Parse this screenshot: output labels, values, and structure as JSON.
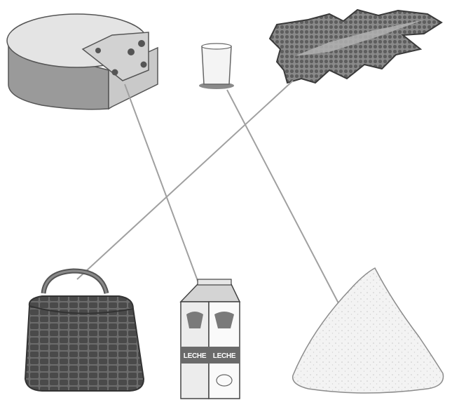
{
  "matching": {
    "top_items": [
      {
        "name": "cheese",
        "icon": "cheese-icon"
      },
      {
        "name": "glass",
        "icon": "glass-icon"
      },
      {
        "name": "hide",
        "icon": "animal-hide-icon"
      }
    ],
    "bottom_items": [
      {
        "name": "handbag",
        "icon": "handbag-icon"
      },
      {
        "name": "milk-carton",
        "icon": "milk-carton-icon"
      },
      {
        "name": "sugar-pile",
        "icon": "sugar-pile-icon"
      }
    ],
    "connections": [
      {
        "from": "cheese",
        "to": "milk-carton"
      },
      {
        "from": "glass",
        "to": "sugar-pile"
      },
      {
        "from": "hide",
        "to": "handbag"
      }
    ]
  },
  "carton": {
    "label_left": "LECHE",
    "label_right": "LECHE"
  },
  "colors": {
    "line": "#a0a0a0",
    "outline": "#555555"
  }
}
